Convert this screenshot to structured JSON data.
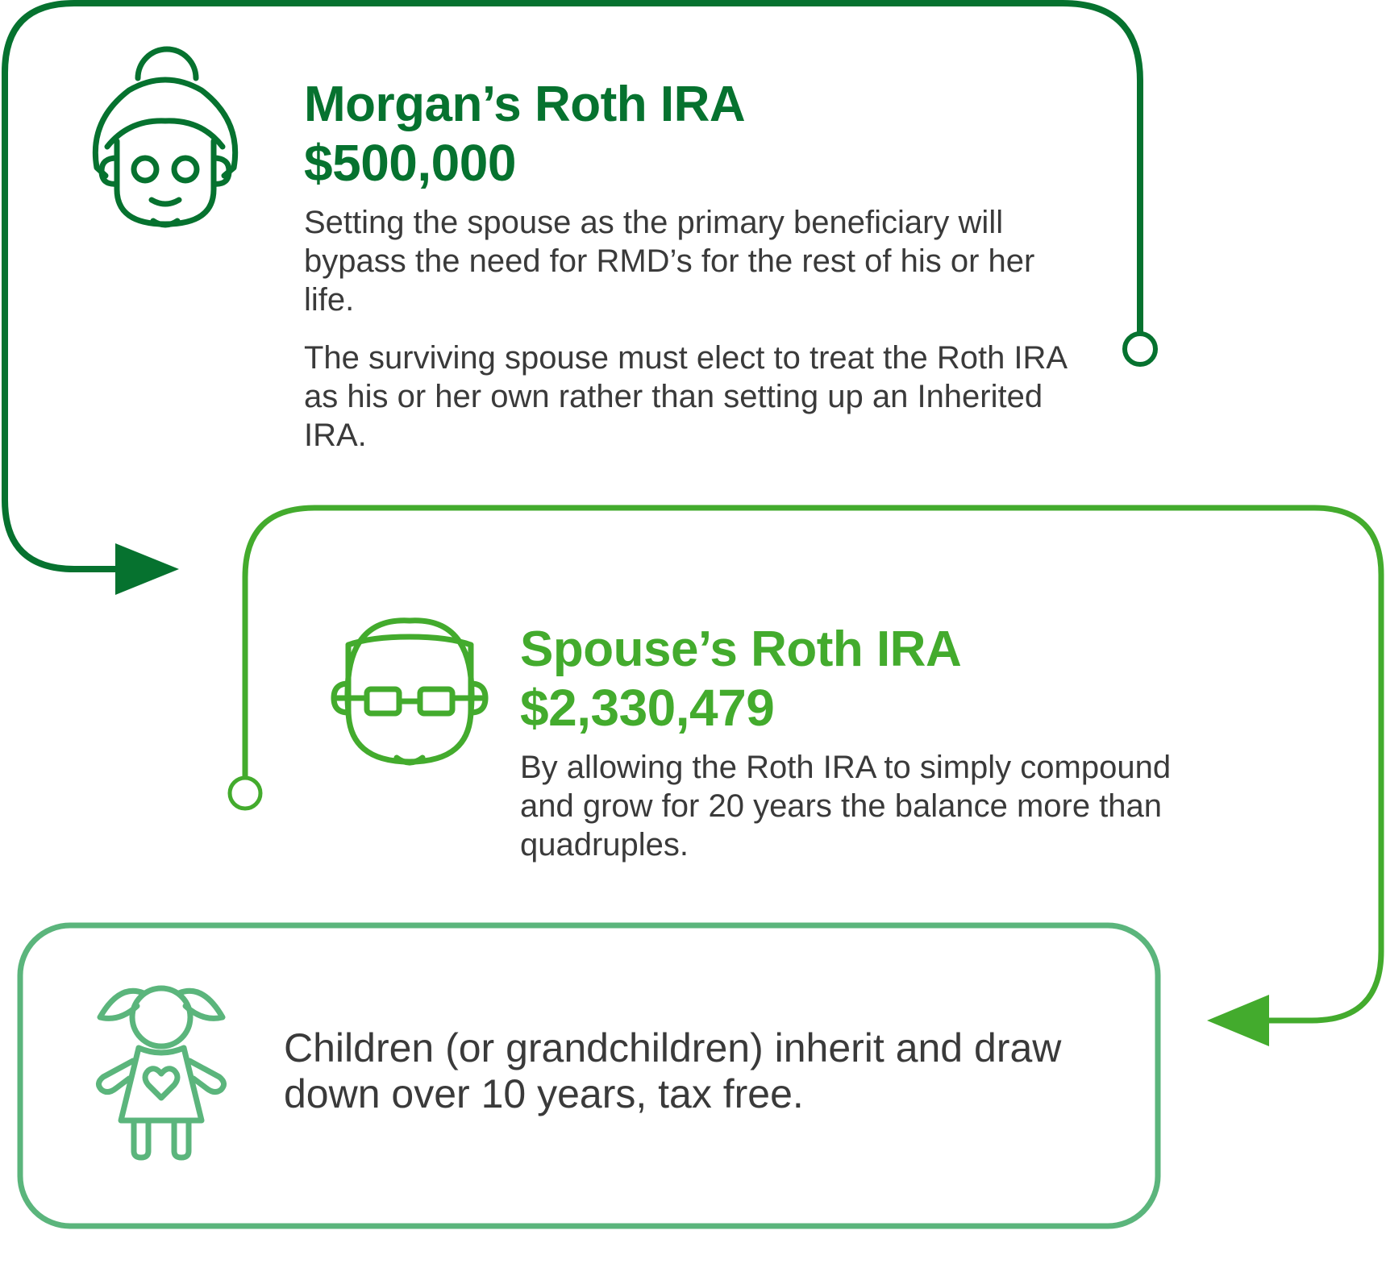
{
  "colors": {
    "stage1": "#06722f",
    "stage2": "#43ab2d",
    "stage3": "#5bb57c"
  },
  "stage1": {
    "icon": "grandmother-face-icon",
    "title": "Morgan’s Roth IRA",
    "amount": "$500,000",
    "paragraph1": "Setting the spouse as the primary beneficiary will bypass the need for RMD’s for the rest of his or her life.",
    "paragraph2": "The surviving spouse must elect to treat the Roth IRA as his or her own rather than setting up an Inherited IRA."
  },
  "stage2": {
    "icon": "bald-man-glasses-icon",
    "title": "Spouse’s Roth IRA",
    "amount": "$2,330,479",
    "paragraph1": "By allowing the Roth IRA to simply compound and grow for 20 years the balance more than quadruples."
  },
  "stage3": {
    "icon": "child-doll-heart-icon",
    "paragraph1": "Children (or grandchildren) inherit and draw down over 10 years, tax free."
  }
}
